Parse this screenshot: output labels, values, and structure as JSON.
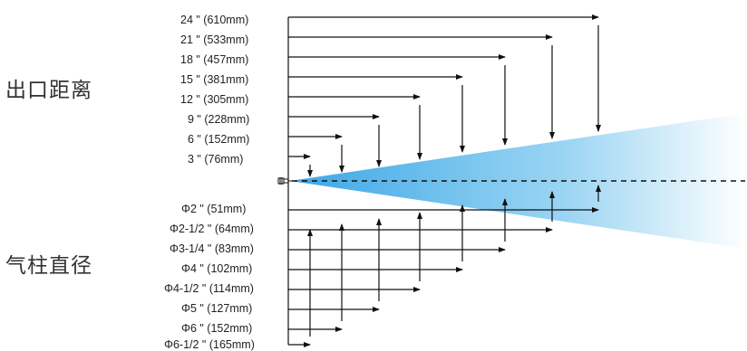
{
  "side_titles": {
    "distance": "出口距离",
    "diameter": "气柱直径"
  },
  "distance_labels": [
    "24 \" (610mm)",
    "21 \" (533mm)",
    "18 \" (457mm)",
    "15 \" (381mm)",
    "12 \" (305mm)",
    "9 \" (228mm)",
    "6 \" (152mm)",
    "3 \" (76mm)"
  ],
  "diameter_labels": [
    "Φ2 \" (51mm)",
    "Φ2-1/2 \" (64mm)",
    "Φ3-1/4 \" (83mm)",
    "Φ4 \" (102mm)",
    "Φ4-1/2 \" (114mm)",
    "Φ5 \" (127mm)",
    "Φ6 \" (152mm)",
    "Φ6-1/2 \" (165mm)"
  ],
  "colors": {
    "cone_start": "#3aa6e6",
    "cone_end": "#ffffff",
    "line": "#111111"
  }
}
